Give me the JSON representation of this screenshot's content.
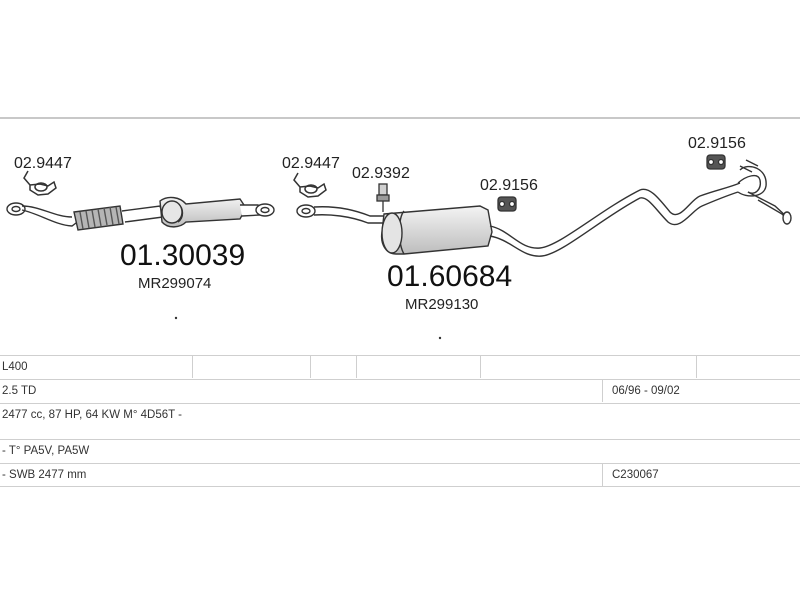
{
  "parts": {
    "clamp_left": "02.9447",
    "clamp_mid": "02.9447",
    "sensor_plug": "02.9392",
    "mount_mid": "02.9156",
    "mount_right": "02.9156",
    "front_pipe": {
      "code": "01.30039",
      "oe": "MR299074"
    },
    "centre_silencer": {
      "code": "01.60684",
      "oe": "MR299130"
    }
  },
  "table": {
    "model": "L400",
    "engine": "2.5 TD",
    "years": "06/96 - 09/02",
    "spec": "2477 cc, 87 HP, 64 KW M° 4D56T -",
    "type": "- T° PA5V, PA5W",
    "wheelbase": "- SWB 2477 mm",
    "ref": "C230067"
  },
  "colors": {
    "line": "#333333",
    "border": "#cfcfcf",
    "fill": "#dcdcdc"
  }
}
